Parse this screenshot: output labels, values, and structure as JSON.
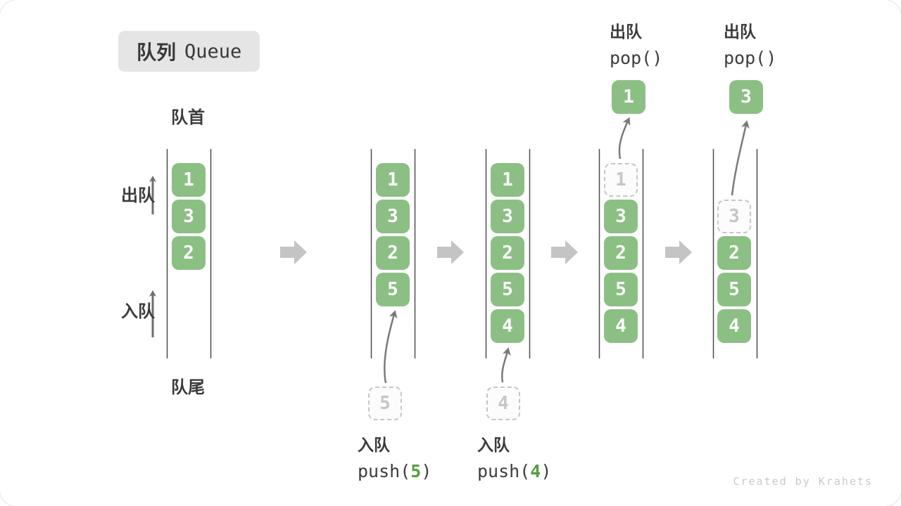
{
  "title": {
    "zh": "队列",
    "en": "Queue"
  },
  "labels": {
    "front": "队首",
    "rear": "队尾",
    "dequeue_side": "出队",
    "enqueue_side": "入队",
    "watermark": "Created by Krahets"
  },
  "colors": {
    "cell_green": "#8cbf84",
    "cell_text": "#ffffff",
    "dashed_border": "#c6c6c6",
    "code_arg_green": "#569e3f",
    "big_arrow_gray": "#c4c4c4",
    "line_gray": "#4d4d4d",
    "arrow_gray": "#7a7a7a",
    "badge_bg": "#e5e5e5"
  },
  "columns": {
    "c1": {
      "cells": [
        "1",
        "3",
        "2"
      ]
    },
    "c2": {
      "cells": [
        "1",
        "3",
        "2",
        "5"
      ],
      "incoming": "5"
    },
    "c3": {
      "cells": [
        "1",
        "3",
        "2",
        "5",
        "4"
      ],
      "incoming": "4"
    },
    "c4": {
      "ghost": "1",
      "cells": [
        "3",
        "2",
        "5",
        "4"
      ],
      "popped": "1"
    },
    "c5": {
      "ghost": "3",
      "cells": [
        "2",
        "5",
        "4"
      ],
      "popped": "3"
    }
  },
  "operations": {
    "push5": {
      "zh": "入队",
      "code_open": "push(",
      "arg": "5",
      "code_close": ")"
    },
    "push4": {
      "zh": "入队",
      "code_open": "push(",
      "arg": "4",
      "code_close": ")"
    },
    "pop1": {
      "zh": "出队",
      "code": "pop()"
    },
    "pop2": {
      "zh": "出队",
      "code": "pop()"
    }
  }
}
